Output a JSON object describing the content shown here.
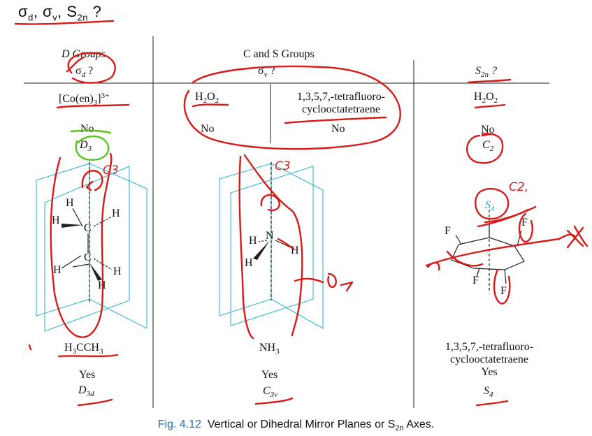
{
  "top_title": {
    "sigma1": "σ",
    "sigma1_sub": "d",
    "sep1": ", ",
    "sigma2": "σ",
    "sigma2_sub": "v",
    "sep2": ", ",
    "s": "S",
    "s_sub": "2n",
    "q": " ?"
  },
  "headers": {
    "d_groups": "D Groups",
    "d_sigma": "σ",
    "d_sigma_sub": "d",
    "d_q": " ?",
    "cs_groups": "C and S Groups",
    "cs_sigma": "σ",
    "cs_sigma_sub": "v",
    "cs_q": " ?",
    "s2n": "S",
    "s2n_sub": "2n",
    "s2n_q": " ?"
  },
  "row1": {
    "co_base": "[Co(en)",
    "co_sub": "3",
    "co_close": "]",
    "co_sup": "3+",
    "co_answer": "No",
    "co_group": "D",
    "co_group_sub": "3",
    "h2o2_a_h": "H",
    "h2o2_a_sub1": "2",
    "h2o2_a_o": "O",
    "h2o2_a_sub2": "2",
    "h2o2_a_answer": "No",
    "tfcot_line1": "1,3,5,7,-tetrafluoro-",
    "tfcot_line2": "cyclooctatetraene",
    "tfcot_answer": "No",
    "h2o2_b_h": "H",
    "h2o2_b_sub1": "2",
    "h2o2_b_o": "O",
    "h2o2_b_sub2": "2",
    "h2o2_b_answer": "No",
    "h2o2_b_group": "C",
    "h2o2_b_group_sub": "2"
  },
  "molecules": {
    "ethane_atoms": [
      "H",
      "H",
      "H",
      "C",
      "C",
      "H",
      "H",
      "H"
    ],
    "ammonia_atoms": [
      "H",
      "N",
      "H",
      "H"
    ],
    "tfcot_atoms": [
      "F",
      "F",
      "F",
      "F"
    ],
    "s4_label": "S",
    "s4_sub": "4"
  },
  "row2": {
    "ethane_h": "H",
    "ethane_sub1": "3",
    "ethane_cch": "CCH",
    "ethane_sub2": "3",
    "ethane_answer": "Yes",
    "ethane_group": "D",
    "ethane_group_sub": "3d",
    "nh3_base": "NH",
    "nh3_sub": "3",
    "nh3_answer": "Yes",
    "nh3_group": "C",
    "nh3_group_sub": "3v",
    "tfcot_line1": "1,3,5,7,-tetrafluoro-",
    "tfcot_line2": "cyclooctatetraene",
    "tfcot_answer": "Yes",
    "tfcot_group": "S",
    "tfcot_group_sub": "4"
  },
  "annotations": {
    "c3_ethane": "C3",
    "c3_ammonia": "C3",
    "c2_tfcot": "C2,"
  },
  "caption": {
    "fig_label": "Fig. 4.12",
    "text": "Vertical or Dihedral Mirror Planes or S",
    "sub": "2n",
    "end": " Axes."
  },
  "colors": {
    "ink_red": "#d81a1a",
    "ink_green": "#5ac31e",
    "plane_cyan": "#36b9d6",
    "fig_blue": "#1f6fb3"
  }
}
